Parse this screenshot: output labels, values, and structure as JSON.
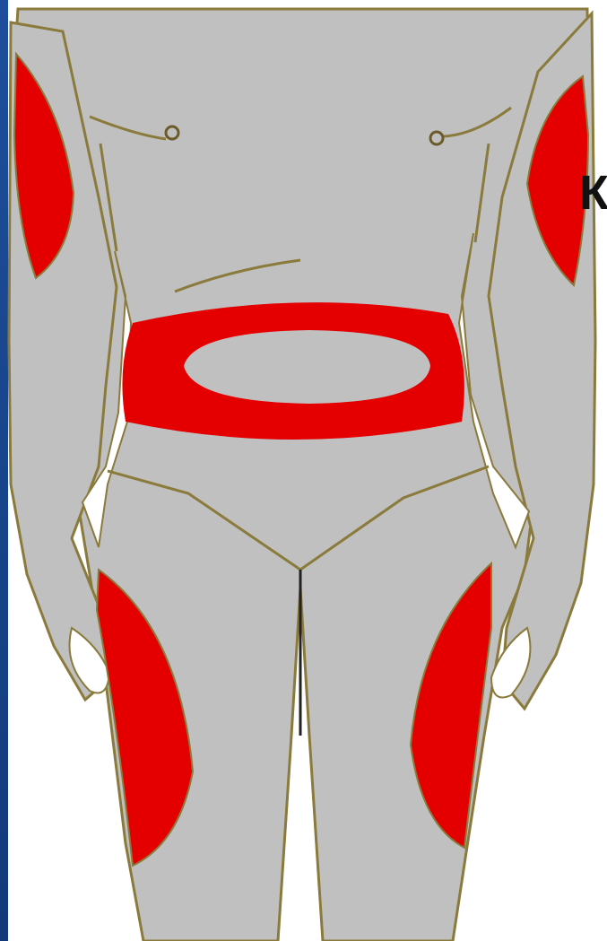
{
  "slide_text": "К",
  "colors": {
    "body_fill": "#c0c0c0",
    "outline": "#8a7a3c",
    "injection_zone": "#e40000",
    "background": "#ffffff",
    "slide_edge": "#1e4f9c"
  },
  "injection_zones": [
    {
      "id": "left-upper-arm",
      "label": ""
    },
    {
      "id": "right-upper-arm",
      "label": ""
    },
    {
      "id": "abdomen",
      "label": ""
    },
    {
      "id": "left-thigh",
      "label": ""
    },
    {
      "id": "right-thigh",
      "label": ""
    }
  ]
}
